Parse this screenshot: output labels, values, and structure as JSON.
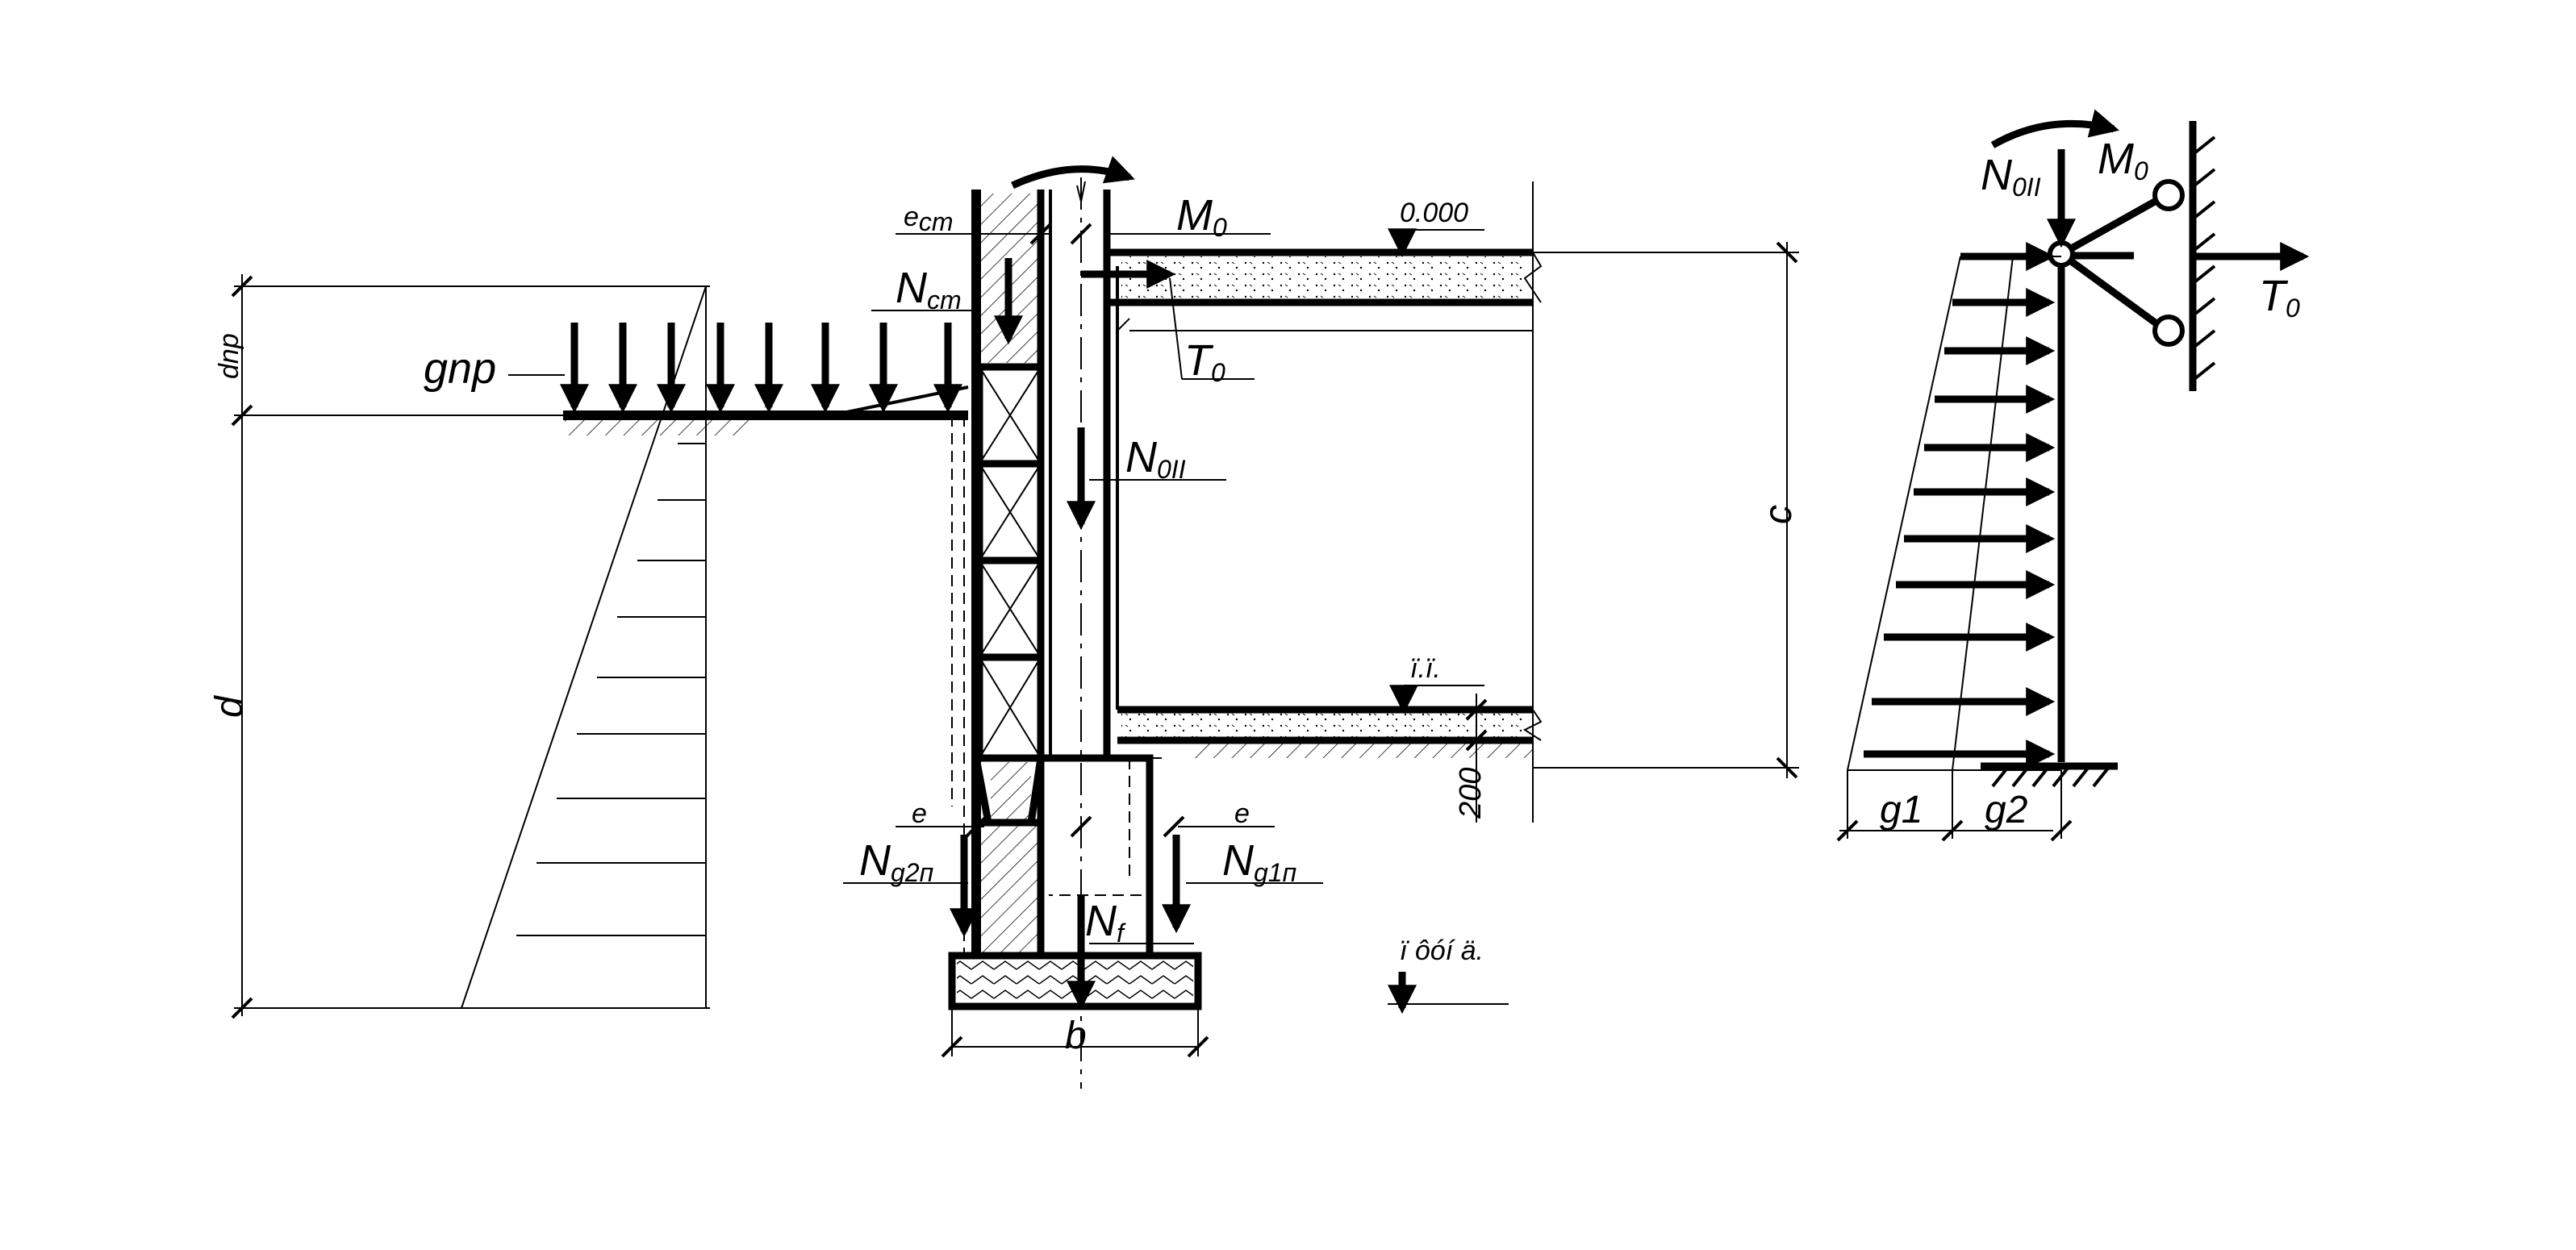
{
  "labels": {
    "d_np": "dnp",
    "g_np": "gnp",
    "d": "d",
    "e_cm": "e",
    "e_cm_sub": "cm",
    "n_cm": "N",
    "n_cm_sub": "cm",
    "m0_main": "M",
    "m0_main_sub": "0",
    "level_0": "0.000",
    "t0_main": "T",
    "t0_main_sub": "0",
    "n_oii_main": "N",
    "n_oii_main_sub": "0II",
    "c": "c",
    "floor_level": "ï.ï.",
    "dim_200": "200",
    "e_left": "e",
    "e_right": "e",
    "ng2": "N",
    "ng2_sub": "g2п",
    "ng1": "N",
    "ng1_sub": "g1п",
    "nf": "N",
    "nf_sub": "f",
    "found_level": "ï ôóí ä.",
    "b": "b",
    "n_oii_right": "N",
    "n_oii_right_sub": "0II",
    "m0_right": "M",
    "m0_right_sub": "0",
    "t0_right": "T",
    "t0_right_sub": "0",
    "g1": "g1",
    "g2": "g2"
  },
  "colors": {
    "line": "#000000",
    "background": "#ffffff"
  }
}
